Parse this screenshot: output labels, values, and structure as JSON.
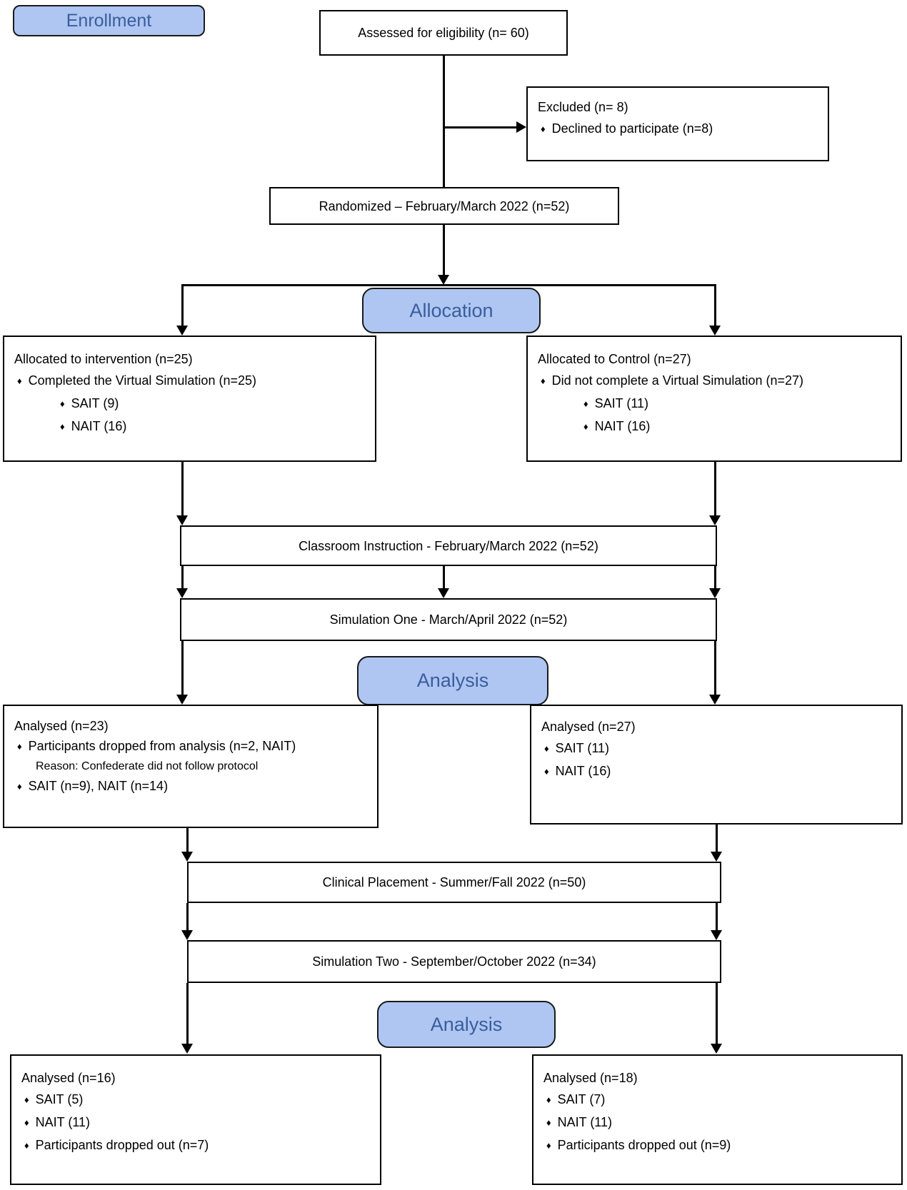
{
  "bullet_char": "♦",
  "colors": {
    "badge_fill": "#aec6f1",
    "badge_text": "#3b5d9e",
    "box_border": "#000000",
    "connector": "#000000"
  },
  "stages": {
    "enrollment": "Enrollment",
    "allocation": "Allocation",
    "analysis_one": "Analysis",
    "analysis_two": "Analysis"
  },
  "boxes": {
    "assessed": {
      "text": "Assessed for eligibility (n= 60)"
    },
    "excluded": {
      "title": "Excluded (n= 8)",
      "items": [
        "Declined to participate (n=8)"
      ]
    },
    "randomized": {
      "text": "Randomized – February/March 2022 (n=52)"
    },
    "allocated_intervention": {
      "title": "Allocated to intervention (n=25)",
      "items": [
        "Completed the Virtual Simulation (n=25)"
      ],
      "subitems": [
        "SAIT (9)",
        "NAIT (16)"
      ]
    },
    "allocated_control": {
      "title": "Allocated to Control (n=27)",
      "items": [
        "Did not complete a Virtual Simulation (n=27)"
      ],
      "subitems": [
        "SAIT (11)",
        "NAIT (16)"
      ]
    },
    "classroom": {
      "text": "Classroom Instruction - February/March 2022 (n=52)"
    },
    "simulation_one": {
      "text": "Simulation One - March/April 2022 (n=52)"
    },
    "analysed_intervention_one": {
      "title": "Analysed (n=23)",
      "items": [
        "Participants dropped from analysis (n=2, NAIT)"
      ],
      "note": "Reason: Confederate did not follow protocol",
      "items2": [
        "SAIT (n=9), NAIT (n=14)"
      ]
    },
    "analysed_control_one": {
      "title": "Analysed (n=27)",
      "items": [
        "SAIT (11)",
        "NAIT (16)"
      ]
    },
    "clinical": {
      "text": "Clinical Placement - Summer/Fall 2022 (n=50)"
    },
    "simulation_two": {
      "text": "Simulation Two - September/October 2022 (n=34)"
    },
    "analysed_intervention_two": {
      "title": "Analysed (n=16)",
      "items": [
        "SAIT (5)",
        "NAIT (11)",
        "Participants dropped out (n=7)"
      ]
    },
    "analysed_control_two": {
      "title": "Analysed (n=18)",
      "items": [
        "SAIT (7)",
        "NAIT (11)",
        "Participants dropped out (n=9)"
      ]
    }
  }
}
